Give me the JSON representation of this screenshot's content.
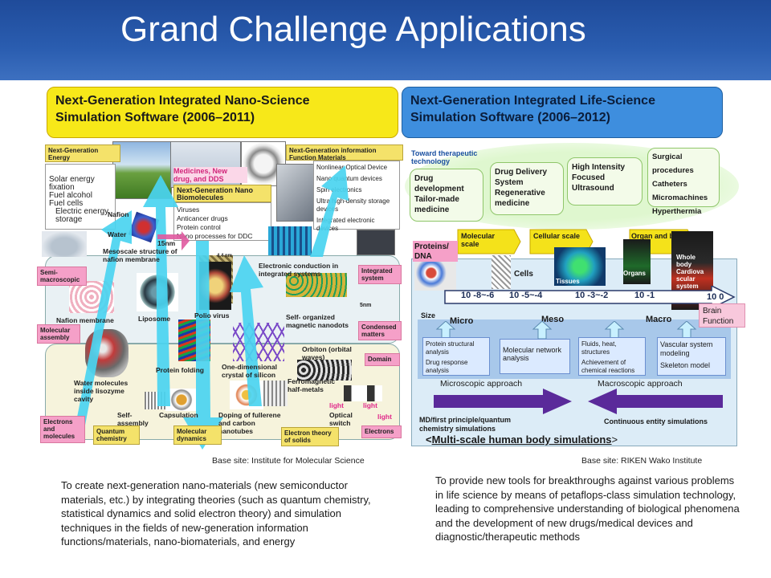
{
  "slide": {
    "title": "Grand Challenge Applications",
    "nano": {
      "header_line1": "Next-Generation Integrated Nano-Science",
      "header_line2": "Simulation Software  (2006–2011)",
      "energy": {
        "title": "Next-Generation Energy",
        "items": [
          "Solar energy fixation",
          "Fuel alcohol",
          "Fuel cells",
          "Electric energy storage"
        ]
      },
      "medicines_label": "Medicines, New drug, and DDS",
      "biomolecules": {
        "title": "Next-Generation Nano Biomolecules",
        "items": [
          "Viruses",
          "Anticancer drugs",
          "Protein control",
          "Nano processes for DDC"
        ]
      },
      "info_materials": {
        "title": "Next-Generation information Function Materials",
        "items": [
          "Nonlinear Optical Device",
          "Nano quantum devices",
          "Spin electronics",
          "Ultra high-density storage devices",
          "Integrated electronic devices"
        ]
      },
      "labels": {
        "nafion": "Nafion",
        "water": "Water",
        "scale_15nm": "15nm",
        "mesoscale": "Mesoscale structure of nafion membrane",
        "scale_4nm": "4.4 nm",
        "electronic_conduction": "Electronic conduction in integrated systems",
        "scale_5nm": "5nm",
        "nafion_membrane": "Nafion membrane",
        "liposome": "Liposome",
        "polio": "Polio virus",
        "self_organized": "Self- organized magnetic nanodots",
        "orbiton": "Orbiton (orbital waves)",
        "protein_folding": "Protein folding",
        "one_dim": "One-dimensional crystal of silicon",
        "ferromagnetic": "Ferromagnetic half-metals",
        "water_molecules": "Water molecules inside lisozyme cavity",
        "self_assembly": "Self- assembly",
        "capsulation": "Capsulation",
        "doping": "Doping of fullerene and carbon nanotubes",
        "light1": "light",
        "light2": "light",
        "light3": "light",
        "optical_switch": "Optical switch"
      },
      "tags": {
        "semi_macroscopic": "Semi- macroscopic",
        "molecular_assembly": "Molecular assembly",
        "electrons_molecules": "Electrons and molecules",
        "quantum_chemistry": "Quantum chemistry",
        "molecular_dynamics": "Molecular dynamics",
        "electron_theory": "Electron theory of solids",
        "integrated_system": "Integrated system",
        "condensed_matters": "Condensed matters",
        "domain": "Domain",
        "electrons": "Electrons"
      },
      "base_site": "Base site: Institute for Molecular Science",
      "description": "To create next-generation nano-materials (new semiconductor materials, etc.) by integrating theories (such as quantum chemistry, statistical dynamics and solid electron theory) and simulation techniques in the fields of new-generation information functions/materials, nano-biomaterials, and energy"
    },
    "life": {
      "header_line1": "Next-Generation Integrated Life-Science",
      "header_line2": "Simulation Software (2006–2012)",
      "toward": "Toward therapeutic technology",
      "boxes": [
        "Drug development Tailor-made medicine",
        "Drug Delivery System Regenerative medicine",
        "High Intensity Focused Ultrasound"
      ],
      "surgical": [
        "Surgical procedures",
        "Catheters",
        "Micromachines",
        "Hyperthermia"
      ],
      "scale_arrows": [
        "Molecular scale",
        "Cellular scale",
        "Organ and body scale"
      ],
      "proteins_dna": "Proteins/ DNA",
      "cells": "Cells",
      "tissues": "Tissues",
      "organs": "Organs",
      "whole_body": "Whole body Cardiova scular system",
      "scale_values": [
        "10 -8~-6",
        "10 -5~-4",
        "10 -3~-2",
        "10 -1",
        "10 0"
      ],
      "size": "Size",
      "brain_function": "Brain Function",
      "micro": "Micro",
      "meso": "Meso",
      "macro": "Macro",
      "approach_boxes": [
        [
          "Protein structural analysis",
          "Drug response analysis"
        ],
        [
          "Molecular network analysis"
        ],
        [
          "Fluids, heat, structures",
          "Achievement of chemical reactions"
        ],
        [
          "Vascular system modeling",
          "Skeleton model"
        ]
      ],
      "microscopic": "Microscopic approach",
      "macroscopic": "Macroscopic approach",
      "md_label": "MD/first principle/quantum chemistry simulations",
      "continuous": "Continuous entity simulations",
      "multiscale_open": "<",
      "multiscale": "Multi-scale human body simulations",
      "multiscale_close": ">",
      "base_site": "Base site: RIKEN Wako Institute",
      "description": "To provide new tools for breakthroughs against various problems in life science by means of petaflops-class simulation technology, leading to comprehensive understanding of biological phenomena and the development of new drugs/medical devices and diagnostic/therapeutic methods"
    }
  }
}
